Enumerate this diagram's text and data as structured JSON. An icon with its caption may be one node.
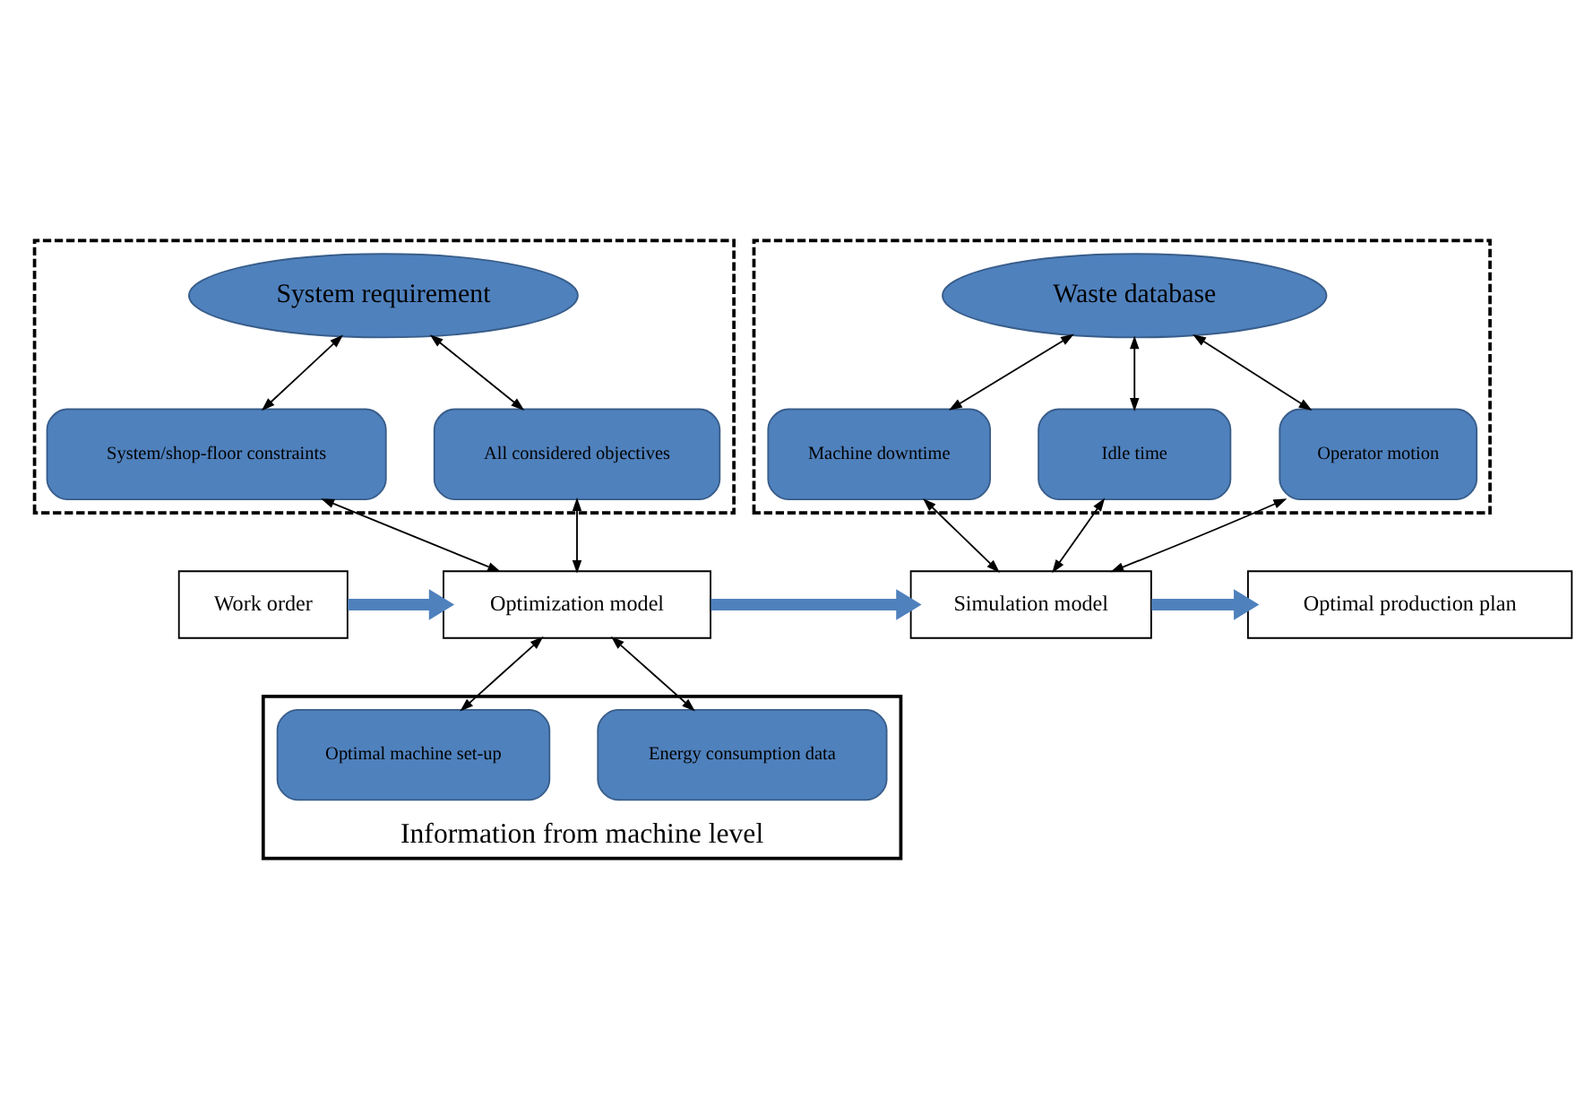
{
  "diagram": {
    "nodes": [
      {
        "text": [],
        "shape": "box"
      },
      {
        "text": [
          "System requirement"
        ],
        "in": 0
      },
      {
        "text": [
          "System/shop-floor constraints"
        ],
        "in": 0
      },
      {
        "text": [
          "All considered objectives"
        ],
        "in": 0
      },
      {
        "text": [],
        "shape": "box"
      },
      {
        "text": [
          "Waste database"
        ],
        "in": 4
      },
      {
        "text": [
          "Machine downtime"
        ],
        "in": 4
      },
      {
        "text": [
          "Idle time"
        ],
        "in": 4
      },
      {
        "text": [
          "Operator motion"
        ],
        "in": 4
      },
      {
        "text": [
          "Work order"
        ]
      },
      {
        "text": [
          "Optimization model"
        ]
      },
      {
        "text": [
          "Simulation model"
        ]
      },
      {
        "text": [
          "Optimal production plan"
        ]
      },
      {
        "text": [
          "Information from machine level"
        ]
      },
      {
        "text": [
          "Optimal machine set-up"
        ],
        "in": 13
      },
      {
        "text": [
          "Energy consumption data"
        ],
        "in": 13
      }
    ],
    "edges": [
      {
        "from": 1,
        "to": 2,
        "arrow": "both"
      },
      {
        "from": 1,
        "to": 3,
        "arrow": "both"
      },
      {
        "from": 5,
        "to": 6,
        "arrow": "both"
      },
      {
        "from": 5,
        "to": 7,
        "arrow": "both"
      },
      {
        "from": 5,
        "to": 8,
        "arrow": "both"
      },
      {
        "from": 2,
        "to": 10,
        "arrow": "both"
      },
      {
        "from": 3,
        "to": 10,
        "arrow": "both"
      },
      {
        "from": 6,
        "to": 11,
        "arrow": "both"
      },
      {
        "from": 7,
        "to": 11,
        "arrow": "both"
      },
      {
        "from": 8,
        "to": 11,
        "arrow": "both"
      },
      {
        "from": 10,
        "to": 14,
        "arrow": "both"
      },
      {
        "from": 10,
        "to": 15,
        "arrow": "both"
      },
      {
        "from": 9,
        "to": 10,
        "arrow": "to",
        "style": "thick",
        "color": "#4f81bd"
      },
      {
        "from": 10,
        "to": 11,
        "arrow": "to",
        "style": "thick",
        "color": "#4f81bd"
      },
      {
        "from": 11,
        "to": 12,
        "arrow": "to",
        "style": "thick",
        "color": "#4f81bd"
      }
    ]
  }
}
